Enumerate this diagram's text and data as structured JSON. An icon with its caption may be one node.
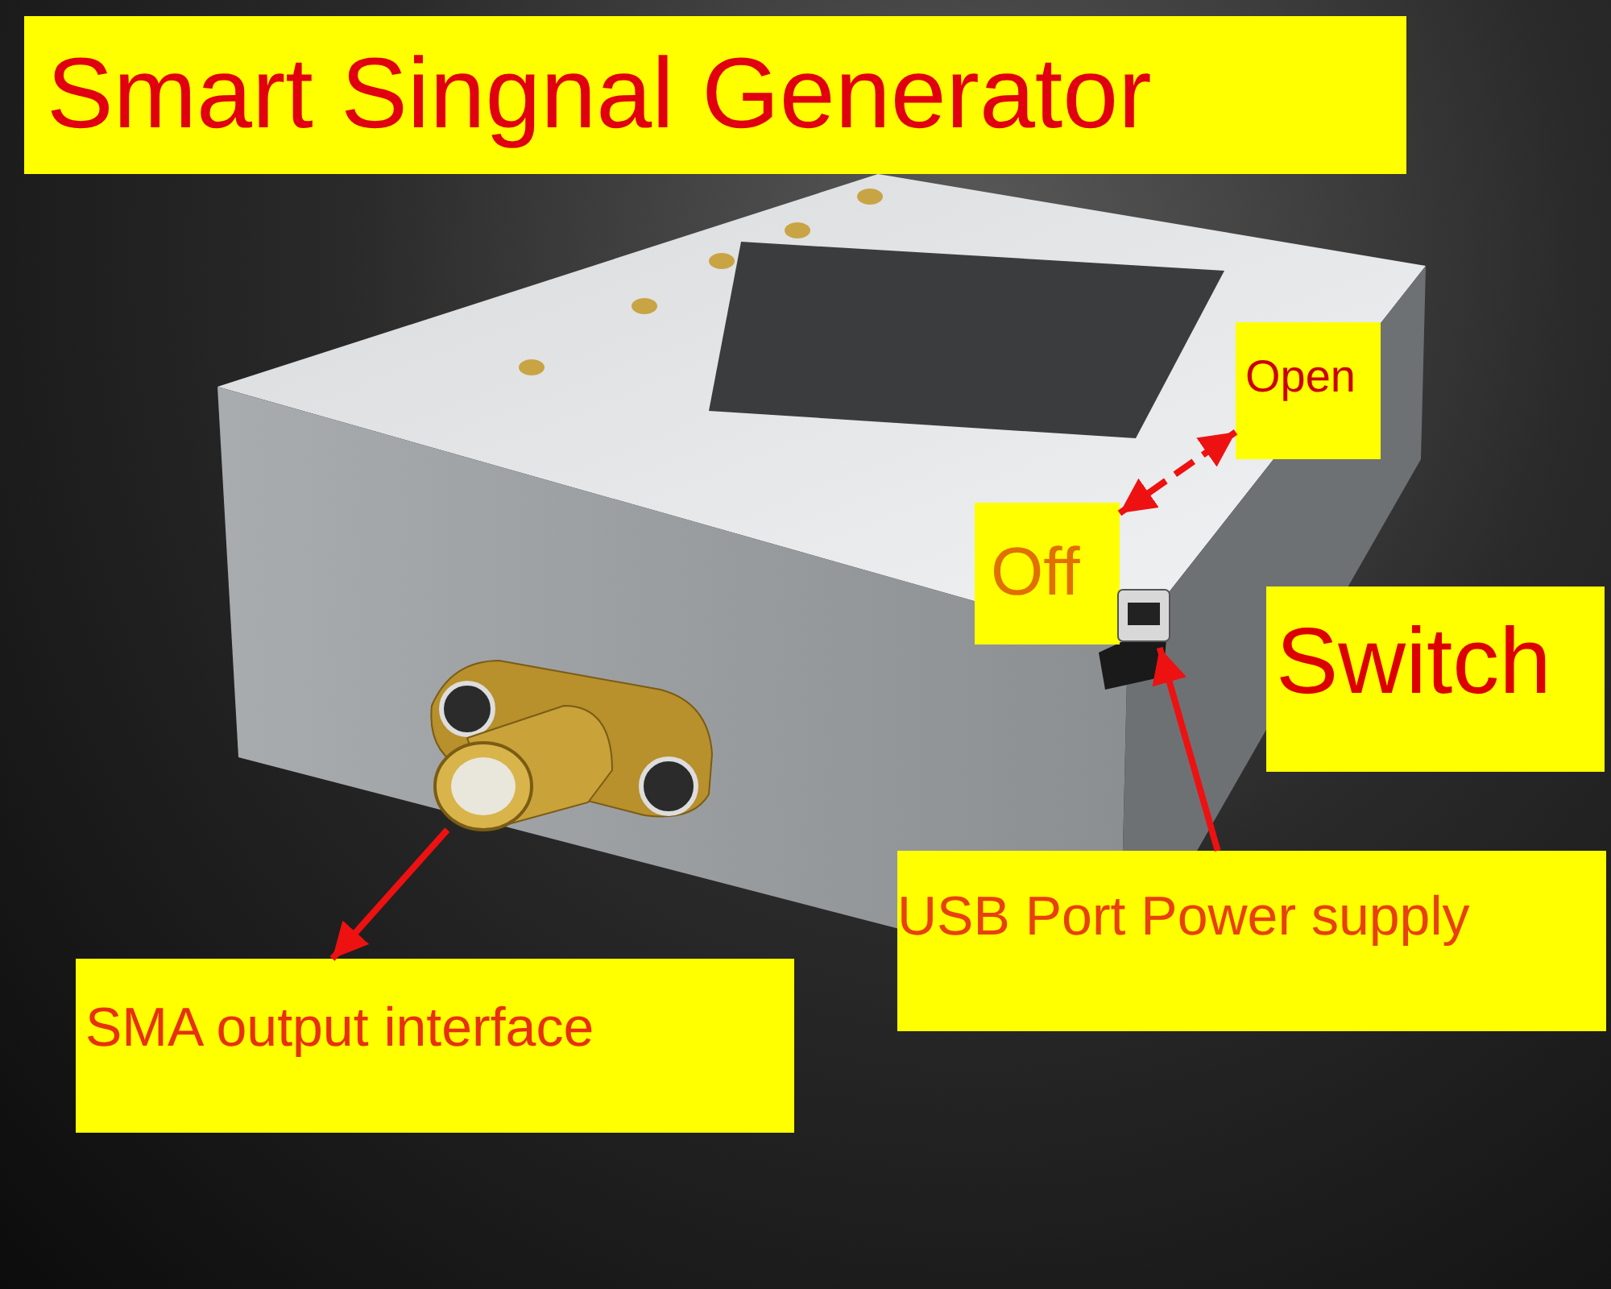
{
  "diagram": {
    "title": "Smart Singnal Generator",
    "nodes": [
      {
        "text": [
          "Open"
        ]
      },
      {
        "text": [
          "Off"
        ]
      },
      {
        "text": [
          "Switch"
        ]
      },
      {
        "text": [
          "USB Port Power supply"
        ]
      },
      {
        "text": [
          "SMA output interface"
        ]
      },
      {
        "text": [],
        "shape": "picture"
      },
      {
        "text": [],
        "shape": "picture"
      }
    ],
    "edges": [
      {
        "from": 1,
        "to": 0,
        "arrow": "both",
        "style": "dashed"
      },
      {
        "from": 3,
        "to": 6,
        "arrow": "to"
      },
      {
        "from": 5,
        "to": 4,
        "arrow": "to"
      }
    ]
  }
}
